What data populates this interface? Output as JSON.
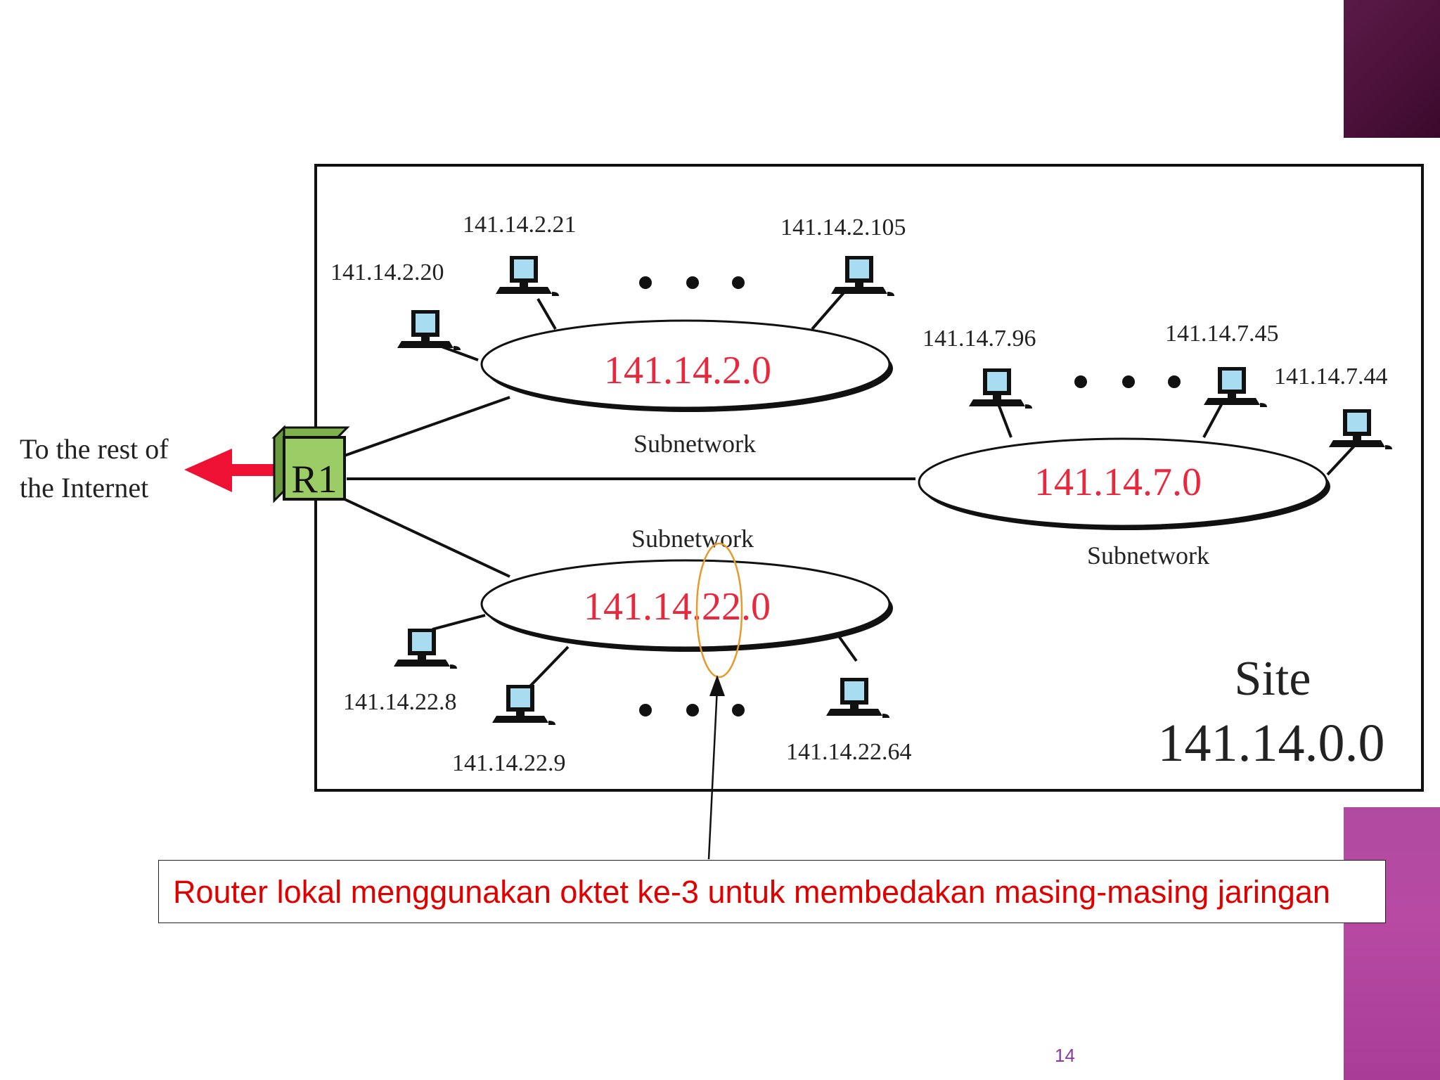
{
  "slide": {
    "page_number": "14",
    "callout_text": "Router lokal menggunakan oktet ke-3 untuk membedakan masing-masing jaringan"
  },
  "diagram": {
    "internet_label_line1": "To the rest of",
    "internet_label_line2": "the Internet",
    "router_label": "R1",
    "site_label": "Site",
    "site_address": "141.14.0.0",
    "subnets": [
      {
        "address": "141.14.2.0",
        "label": "Subnetwork",
        "hosts": [
          "141.14.2.20",
          "141.14.2.21",
          "141.14.2.105"
        ]
      },
      {
        "address": "141.14.7.0",
        "label": "Subnetwork",
        "hosts": [
          "141.14.7.96",
          "141.14.7.45",
          "141.14.7.44"
        ]
      },
      {
        "address": "141.14.22.0",
        "label": "Subnetwork",
        "hosts": [
          "141.14.22.8",
          "141.14.22.9",
          "141.14.22.64"
        ]
      }
    ]
  },
  "colors": {
    "subnet_address": "#e8283c",
    "router_fill": "#9ccc65",
    "arrow": "#ee1133",
    "highlight_ellipse": "#e69a2a",
    "callout_text": "#e00000",
    "accent_top": "#4a1038",
    "accent_bottom": "#b04aa0"
  }
}
